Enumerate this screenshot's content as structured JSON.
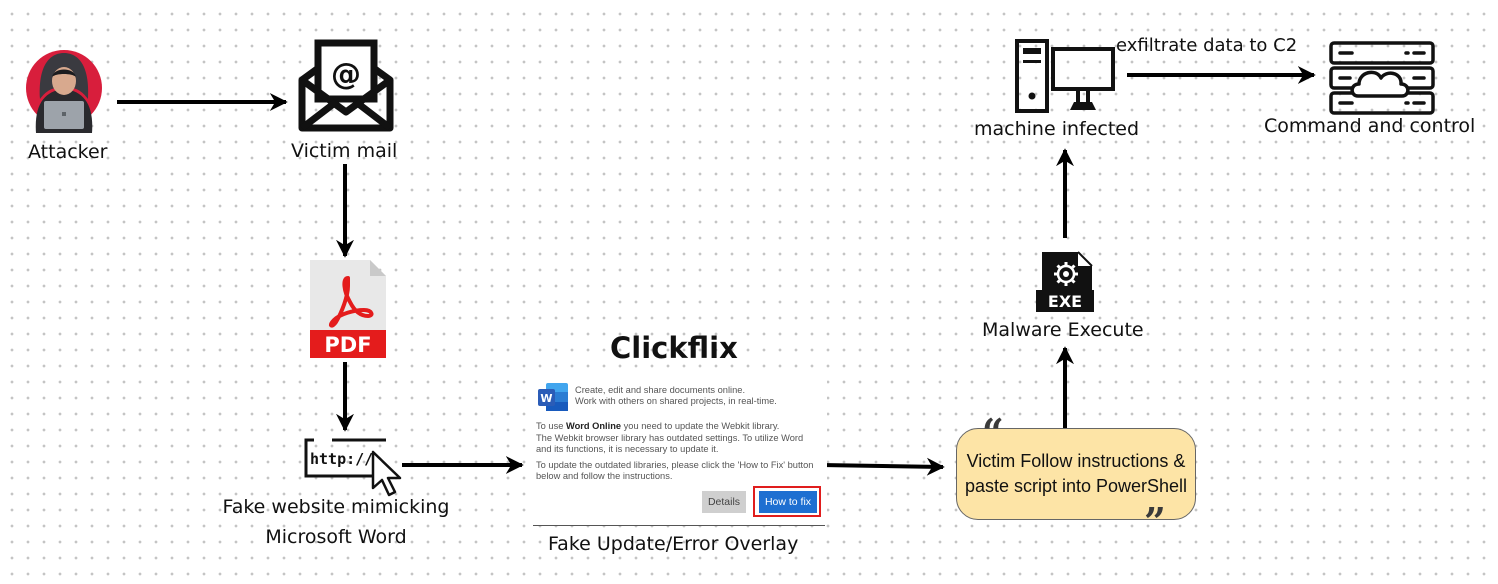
{
  "nodes": {
    "attacker": "Attacker",
    "victim_mail": "Victim mail",
    "pdf": "PDF",
    "url": "http://",
    "fake_site_line1": "Fake website mimicking",
    "fake_site_line2": "Microsoft Word",
    "clickfix_title": "Clickflix",
    "overlay_caption": "Fake Update/Error Overlay",
    "bubble_line1": "Victim Follow instructions &",
    "bubble_line2": "paste script into PowerShell",
    "exe": "EXE",
    "malware_execute": "Malware Execute",
    "machine_infected": "machine infected",
    "exfil_label": "exfiltrate data to C2",
    "c2": "Command and control",
    "email_symbol": "@"
  },
  "overlay": {
    "word_logo": "W",
    "line1": "Create, edit and share documents online.",
    "line2": "Work with others on shared projects, in real-time.",
    "p1_prefix": "To use ",
    "p1_bold": "Word Online",
    "p1_suffix": " you need to update the Webkit library.",
    "p2": "The Webkit browser library has outdated settings. To utilize Word",
    "p3": "and its functions, it is necessary to update it.",
    "p4": "To update the outdated libraries, please click the 'How to Fix' button",
    "p5": "below and follow the instructions.",
    "details_button": "Details",
    "howto_button": "How to fix"
  },
  "colors": {
    "attacker_circle": "#d81e3c",
    "pdf_red": "#e41c1c",
    "bubble_fill": "#fde4a6",
    "howto_blue": "#1e6fd1",
    "highlight_red": "#e01d1d",
    "word_blue": "#2b5cb7"
  }
}
